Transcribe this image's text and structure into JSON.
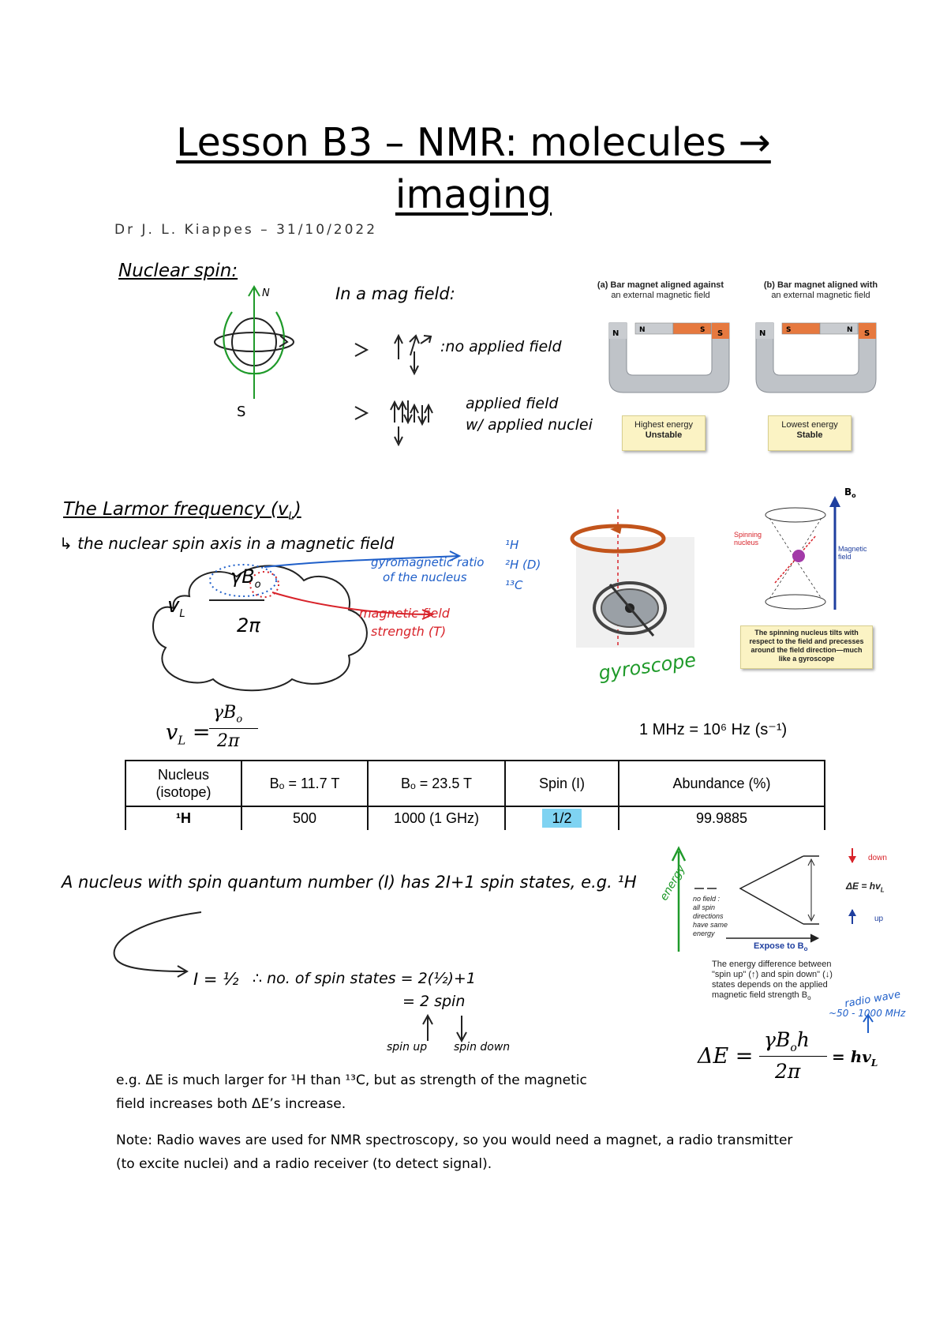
{
  "header": {
    "title_line1": "Lesson B3 – NMR: molecules →",
    "title_line2": "imaging",
    "author_line": "Dr J. L. Kiappes – 31/10/2022"
  },
  "nuclear_spin": {
    "heading": "Nuclear spin:",
    "n_label": "N",
    "s_label": "S",
    "mag_field_heading": "In a mag field:",
    "no_field_note": ":no applied field",
    "applied_field_note_1": "applied field",
    "applied_field_note_2": "w/ applied nuclei",
    "bar_magnet_a_caption_1": "(a) Bar magnet aligned against",
    "bar_magnet_a_caption_2": "an external magnetic field",
    "bar_magnet_b_caption_1": "(b) Bar magnet aligned with",
    "bar_magnet_b_caption_2": "an external magnetic field",
    "pole_n": "N",
    "pole_s": "S",
    "box_a_line1": "Highest energy",
    "box_a_line2": "Unstable",
    "box_b_line1": "Lowest energy",
    "box_b_line2": "Stable"
  },
  "larmor": {
    "heading": "The Larmor frequency (v",
    "heading_sub": "L",
    "heading_end": ")",
    "axis_note": "↳ the nuclear spin axis in a magnetic field",
    "formula_lhs": "v",
    "formula_lhs_sub": "L",
    "formula_num": "γB",
    "formula_num_sub": "o",
    "formula_den": "2π",
    "gyro_note_1": "gyromagnetic ratio",
    "gyro_note_2": "of the nucleus",
    "isotope_1": "¹H",
    "isotope_2": "²H (D)",
    "isotope_3": "¹³C",
    "field_note_1": "magnetic field",
    "field_note_2": "strength (T)",
    "gyroscope_label": "gyroscope",
    "b0_label": "B",
    "b0_sub": "o",
    "spinning_nucleus_label_1": "Spinning",
    "spinning_nucleus_label_2": "nucleus",
    "magnetic_field_label_1": "Magnetic",
    "magnetic_field_label_2": "field",
    "precession_caption_1": "The spinning nucleus tilts with",
    "precession_caption_2": "respect to the field and precesses",
    "precession_caption_3": "around the field direction—much",
    "precession_caption_4": "like a gyroscope"
  },
  "formula_row": {
    "lhs": "v",
    "lhs_sub": "L",
    "num": "γB",
    "num_sub": "o",
    "den": "2π",
    "unit_note": "1 MHz = 10⁶ Hz (s⁻¹)"
  },
  "table": {
    "headers": [
      "Nucleus\n(isotope)",
      "Bₒ = 11.7 T",
      "Bₒ = 23.5 T",
      "Spin (I)",
      "Abundance (%)"
    ],
    "row": [
      "¹H",
      "500",
      "1000 (1 GHz)",
      "1/2",
      "99.9885"
    ]
  },
  "spin_states": {
    "statement": "A nucleus with spin quantum number (I) has 2I+1 spin states, e.g. ¹H",
    "calc_i": "I = ½",
    "calc_text": "∴ no. of spin states = 2(½)+1",
    "calc_result": "= 2 spin",
    "spin_up": "spin up",
    "spin_down": "spin down",
    "energy_label": "energy",
    "no_field_label_1": "no field :",
    "no_field_label_2": "all spin",
    "no_field_label_3": "directions",
    "no_field_label_4": "have same",
    "no_field_label_5": "energy",
    "expose_label": "Expose to B",
    "expose_sub": "o",
    "down_label": "down",
    "up_label": "up",
    "delta_e_label": "ΔE = hv",
    "delta_e_sub": "L",
    "energy_caption_1": "The energy difference between",
    "energy_caption_2": "\"spin up\" (↑) and spin down\" (↓)",
    "energy_caption_3": "states depends on the applied",
    "energy_caption_4": "magnetic field strength B",
    "energy_caption_sub": "o",
    "radio_wave_1": "radio wave",
    "radio_wave_2": "~50 - 1000 MHz",
    "big_formula_lhs": "ΔE =",
    "big_formula_num": "γB",
    "big_formula_num_sub": "o",
    "big_formula_num_end": "h",
    "big_formula_den": "2π",
    "big_formula_rhs": "= hv",
    "big_formula_rhs_sub": "L"
  },
  "notes": {
    "example_line_1": "e.g. ΔE is much larger for ¹H than ¹³C, but as strength of the magnetic",
    "example_line_2": "field increases both ΔE’s increase.",
    "note_line_1": "Note: Radio waves are used for NMR spectroscopy, so you would need a magnet, a radio transmitter",
    "note_line_2": "(to excite nuclei) and a radio receiver (to detect signal)."
  },
  "colors": {
    "green": "#1f9a2a",
    "blue": "#1f5fc9",
    "red": "#d8232a",
    "highlight": "#7fd3f2",
    "caption_box": "#fbf3c4"
  }
}
